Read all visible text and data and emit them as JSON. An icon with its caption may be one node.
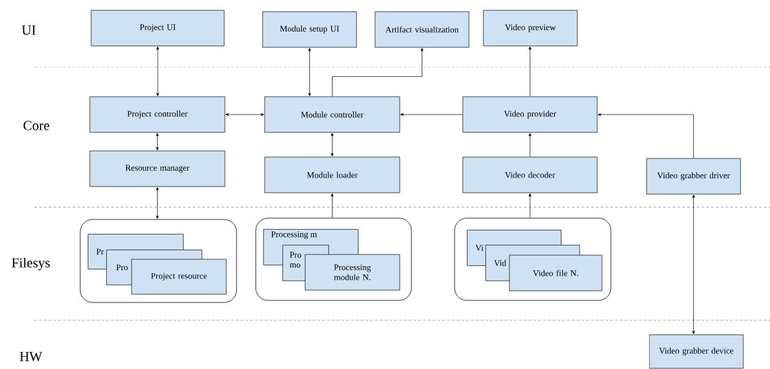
{
  "diagram": {
    "nodes": [
      {
        "text": [
          "Project UI"
        ]
      },
      {
        "text": [
          "Module setup UI"
        ]
      },
      {
        "text": [
          "Artifact visualization"
        ]
      },
      {
        "text": [
          "Video preview"
        ]
      },
      {
        "text": [
          "Project controller"
        ]
      },
      {
        "text": [
          "Module controller"
        ]
      },
      {
        "text": [
          "Video provider"
        ]
      },
      {
        "text": [
          "Resource manager"
        ]
      },
      {
        "text": [
          "Module loader"
        ]
      },
      {
        "text": [
          "Video decoder"
        ]
      },
      {
        "text": [
          "Video grabber driver"
        ]
      },
      {
        "text": [],
        "shape": "box"
      },
      {
        "text": [
          "Pr"
        ],
        "in": 11
      },
      {
        "text": [
          "Pro"
        ],
        "in": 11
      },
      {
        "text": [
          "Project resource"
        ],
        "in": 11
      },
      {
        "text": [],
        "shape": "box"
      },
      {
        "text": [
          "Processing m"
        ],
        "in": 15
      },
      {
        "text": [
          "Pro mo"
        ],
        "in": 15
      },
      {
        "text": [
          "Processing module N."
        ],
        "in": 15
      },
      {
        "text": [],
        "shape": "box"
      },
      {
        "text": [
          "Vi"
        ],
        "in": 19
      },
      {
        "text": [
          "Vid"
        ],
        "in": 19
      },
      {
        "text": [
          "Video file N."
        ],
        "in": 19
      },
      {
        "text": [
          "Video grabber device"
        ]
      }
    ],
    "edges": [
      {
        "from": 0,
        "to": 4,
        "arrow": "both"
      },
      {
        "from": 1,
        "to": 5,
        "arrow": "both"
      },
      {
        "from": 5,
        "to": 2,
        "arrow": "to"
      },
      {
        "from": 6,
        "to": 3,
        "arrow": "to"
      },
      {
        "from": 4,
        "to": 5,
        "arrow": "both"
      },
      {
        "from": 6,
        "to": 5,
        "arrow": "to"
      },
      {
        "from": 4,
        "to": 7,
        "arrow": "both"
      },
      {
        "from": 5,
        "to": 8,
        "arrow": "both"
      },
      {
        "from": 9,
        "to": 6,
        "arrow": "to"
      },
      {
        "from": 10,
        "to": 6,
        "arrow": "to"
      },
      {
        "from": 7,
        "to": 11,
        "arrow": "both"
      },
      {
        "from": 15,
        "to": 8,
        "arrow": "to"
      },
      {
        "from": 19,
        "to": 9,
        "arrow": "to"
      },
      {
        "from": 10,
        "to": 23,
        "arrow": "both"
      }
    ],
    "labels": [
      "UI",
      "Core",
      "Filesys",
      "HW"
    ]
  }
}
